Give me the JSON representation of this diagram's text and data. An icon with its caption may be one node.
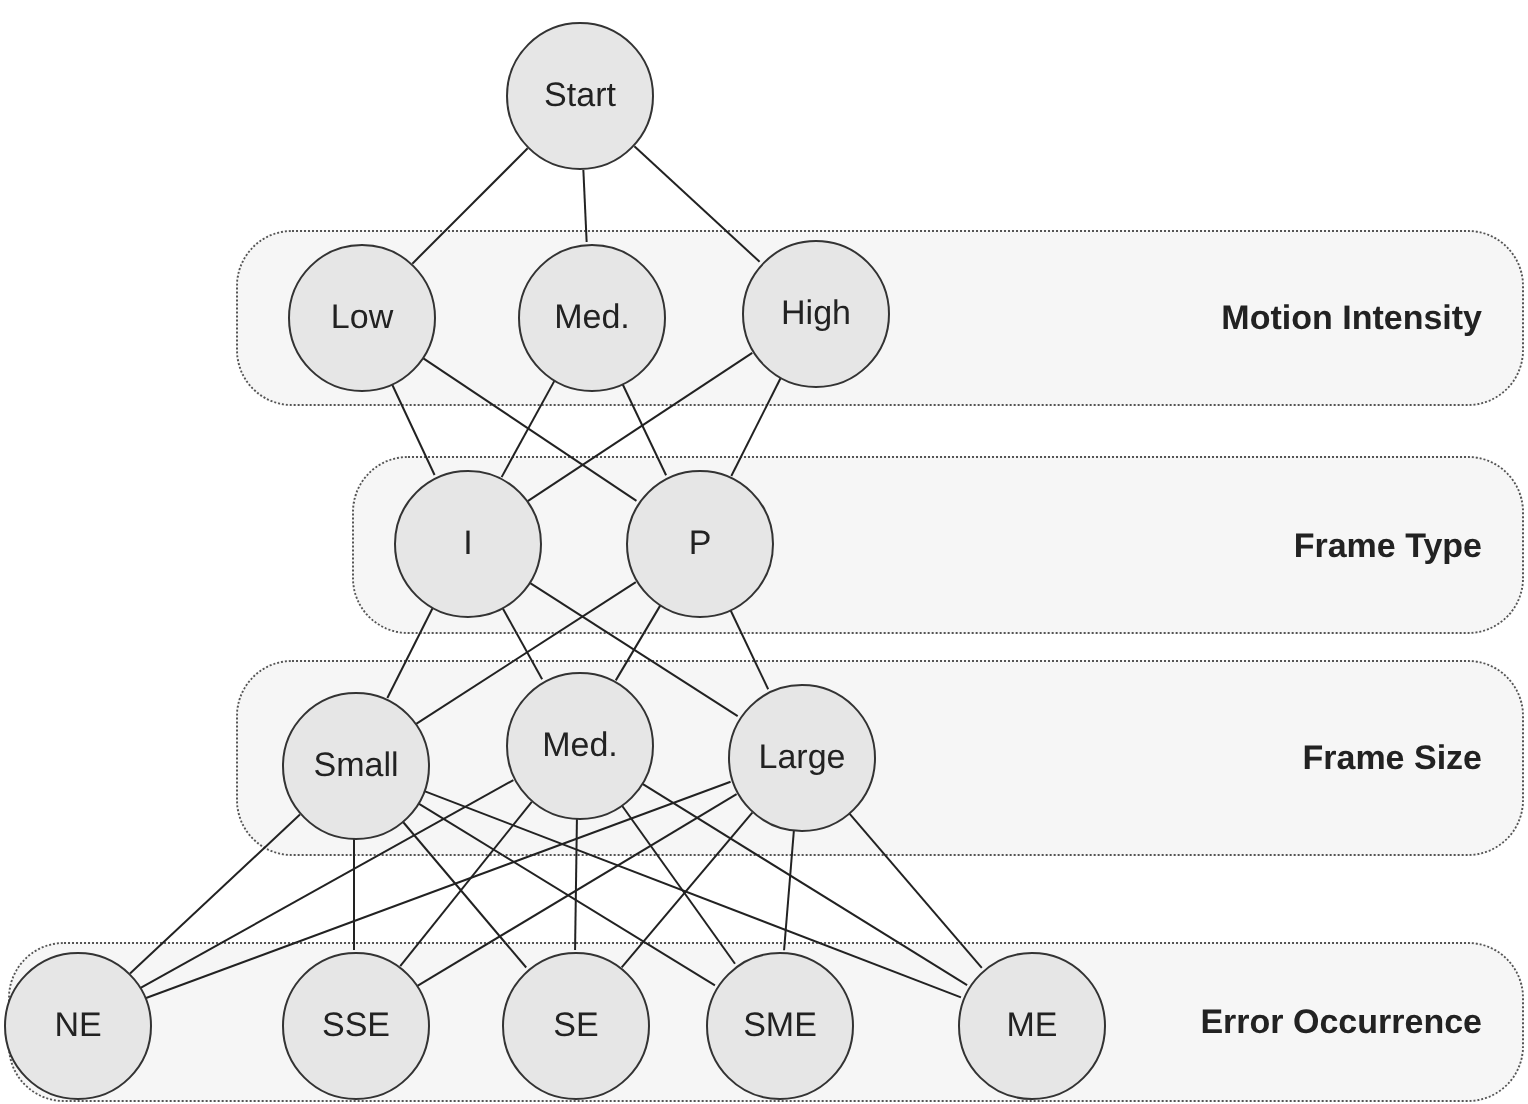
{
  "diagram": {
    "nodes": [
      {
        "text": [
          "Start"
        ]
      },
      {
        "text": [
          "Motion Intensity"
        ]
      },
      {
        "text": [
          "Low"
        ],
        "in": 1
      },
      {
        "text": [
          "Med."
        ],
        "in": 1
      },
      {
        "text": [
          "High"
        ],
        "in": 1
      },
      {
        "text": [
          "Frame Type"
        ]
      },
      {
        "text": [
          "I"
        ],
        "in": 5
      },
      {
        "text": [
          "P"
        ],
        "in": 5
      },
      {
        "text": [
          "Frame Size"
        ]
      },
      {
        "text": [
          "Small"
        ],
        "in": 8
      },
      {
        "text": [
          "Med."
        ],
        "in": 8
      },
      {
        "text": [
          "Large"
        ],
        "in": 8
      },
      {
        "text": [
          "Error Occurrence"
        ]
      },
      {
        "text": [
          "NE"
        ],
        "in": 12
      },
      {
        "text": [
          "SSE"
        ],
        "in": 12
      },
      {
        "text": [
          "SE"
        ],
        "in": 12
      },
      {
        "text": [
          "SME"
        ],
        "in": 12
      },
      {
        "text": [
          "ME"
        ],
        "in": 12
      }
    ],
    "edges": [
      {
        "from": 0,
        "to": 2,
        "arrow": "none"
      },
      {
        "from": 0,
        "to": 3,
        "arrow": "none"
      },
      {
        "from": 0,
        "to": 4,
        "arrow": "none"
      },
      {
        "from": 2,
        "to": 6,
        "arrow": "none"
      },
      {
        "from": 2,
        "to": 7,
        "arrow": "none"
      },
      {
        "from": 3,
        "to": 6,
        "arrow": "none"
      },
      {
        "from": 3,
        "to": 7,
        "arrow": "none"
      },
      {
        "from": 4,
        "to": 6,
        "arrow": "none"
      },
      {
        "from": 4,
        "to": 7,
        "arrow": "none"
      },
      {
        "from": 6,
        "to": 9,
        "arrow": "none"
      },
      {
        "from": 6,
        "to": 10,
        "arrow": "none"
      },
      {
        "from": 6,
        "to": 11,
        "arrow": "none"
      },
      {
        "from": 7,
        "to": 9,
        "arrow": "none"
      },
      {
        "from": 7,
        "to": 10,
        "arrow": "none"
      },
      {
        "from": 7,
        "to": 11,
        "arrow": "none"
      },
      {
        "from": 9,
        "to": 13,
        "arrow": "none"
      },
      {
        "from": 9,
        "to": 14,
        "arrow": "none"
      },
      {
        "from": 9,
        "to": 15,
        "arrow": "none"
      },
      {
        "from": 9,
        "to": 16,
        "arrow": "none"
      },
      {
        "from": 9,
        "to": 17,
        "arrow": "none"
      },
      {
        "from": 10,
        "to": 13,
        "arrow": "none"
      },
      {
        "from": 10,
        "to": 14,
        "arrow": "none"
      },
      {
        "from": 10,
        "to": 15,
        "arrow": "none"
      },
      {
        "from": 10,
        "to": 16,
        "arrow": "none"
      },
      {
        "from": 10,
        "to": 17,
        "arrow": "none"
      },
      {
        "from": 11,
        "to": 13,
        "arrow": "none"
      },
      {
        "from": 11,
        "to": 14,
        "arrow": "none"
      },
      {
        "from": 11,
        "to": 15,
        "arrow": "none"
      },
      {
        "from": 11,
        "to": 16,
        "arrow": "none"
      },
      {
        "from": 11,
        "to": 17,
        "arrow": "none"
      }
    ]
  }
}
